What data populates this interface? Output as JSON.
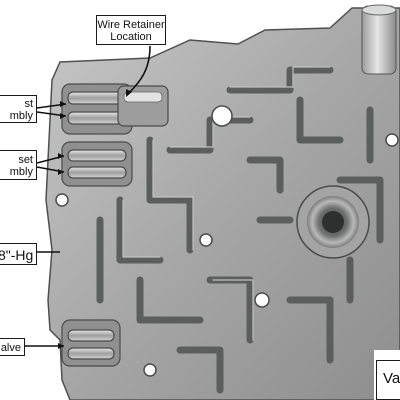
{
  "image": {
    "subject": "transmission valve body casting",
    "colors": {
      "metal": "#a9aaa9",
      "metal_dark": "#5a5b5b",
      "metal_light": "#dcdcdc",
      "background": "#ffffff"
    }
  },
  "callouts": {
    "wire_retainer": {
      "line1": "Wire Retainer",
      "line2": "Location"
    },
    "adjuster_upper": {
      "line1": "st",
      "line2": "mbly"
    },
    "adjuster_lower": {
      "line1": "set",
      "line2": "mbly"
    },
    "vacuum": {
      "text": "8\"-Hg"
    },
    "valve": {
      "text": "alve"
    },
    "corner": {
      "text": "Va"
    }
  }
}
